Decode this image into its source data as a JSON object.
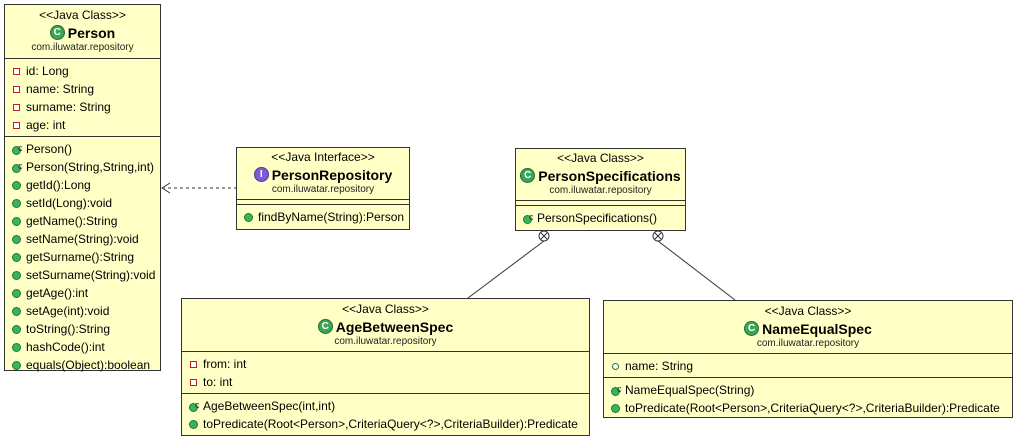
{
  "classes": {
    "person": {
      "stereotype": "<<Java Class>>",
      "badge": "C",
      "name": "Person",
      "package": "com.iluwatar.repository",
      "fields": [
        "id: Long",
        "name: String",
        "surname: String",
        "age: int"
      ],
      "methods": [
        "Person()",
        "Person(String,String,int)",
        "getId():Long",
        "setId(Long):void",
        "getName():String",
        "setName(String):void",
        "getSurname():String",
        "setSurname(String):void",
        "getAge():int",
        "setAge(int):void",
        "toString():String",
        "hashCode():int",
        "equals(Object):boolean"
      ]
    },
    "person_repository": {
      "stereotype": "<<Java Interface>>",
      "badge": "I",
      "name": "PersonRepository",
      "package": "com.iluwatar.repository",
      "methods": [
        "findByName(String):Person"
      ]
    },
    "person_specifications": {
      "stereotype": "<<Java Class>>",
      "badge": "C",
      "name": "PersonSpecifications",
      "package": "com.iluwatar.repository",
      "methods": [
        "PersonSpecifications()"
      ]
    },
    "age_between_spec": {
      "stereotype": "<<Java Class>>",
      "badge": "C",
      "name": "AgeBetweenSpec",
      "package": "com.iluwatar.repository",
      "fields": [
        "from: int",
        "to: int"
      ],
      "methods": [
        "AgeBetweenSpec(int,int)",
        "toPredicate(Root<Person>,CriteriaQuery<?>,CriteriaBuilder):Predicate"
      ]
    },
    "name_equal_spec": {
      "stereotype": "<<Java Class>>",
      "badge": "C",
      "name": "NameEqualSpec",
      "package": "com.iluwatar.repository",
      "fields": [
        "name: String"
      ],
      "methods": [
        "NameEqualSpec(String)",
        "toPredicate(Root<Person>,CriteriaQuery<?>,CriteriaBuilder):Predicate"
      ]
    }
  },
  "colors": {
    "class_fill": "#ffffc6",
    "border": "#333333"
  }
}
